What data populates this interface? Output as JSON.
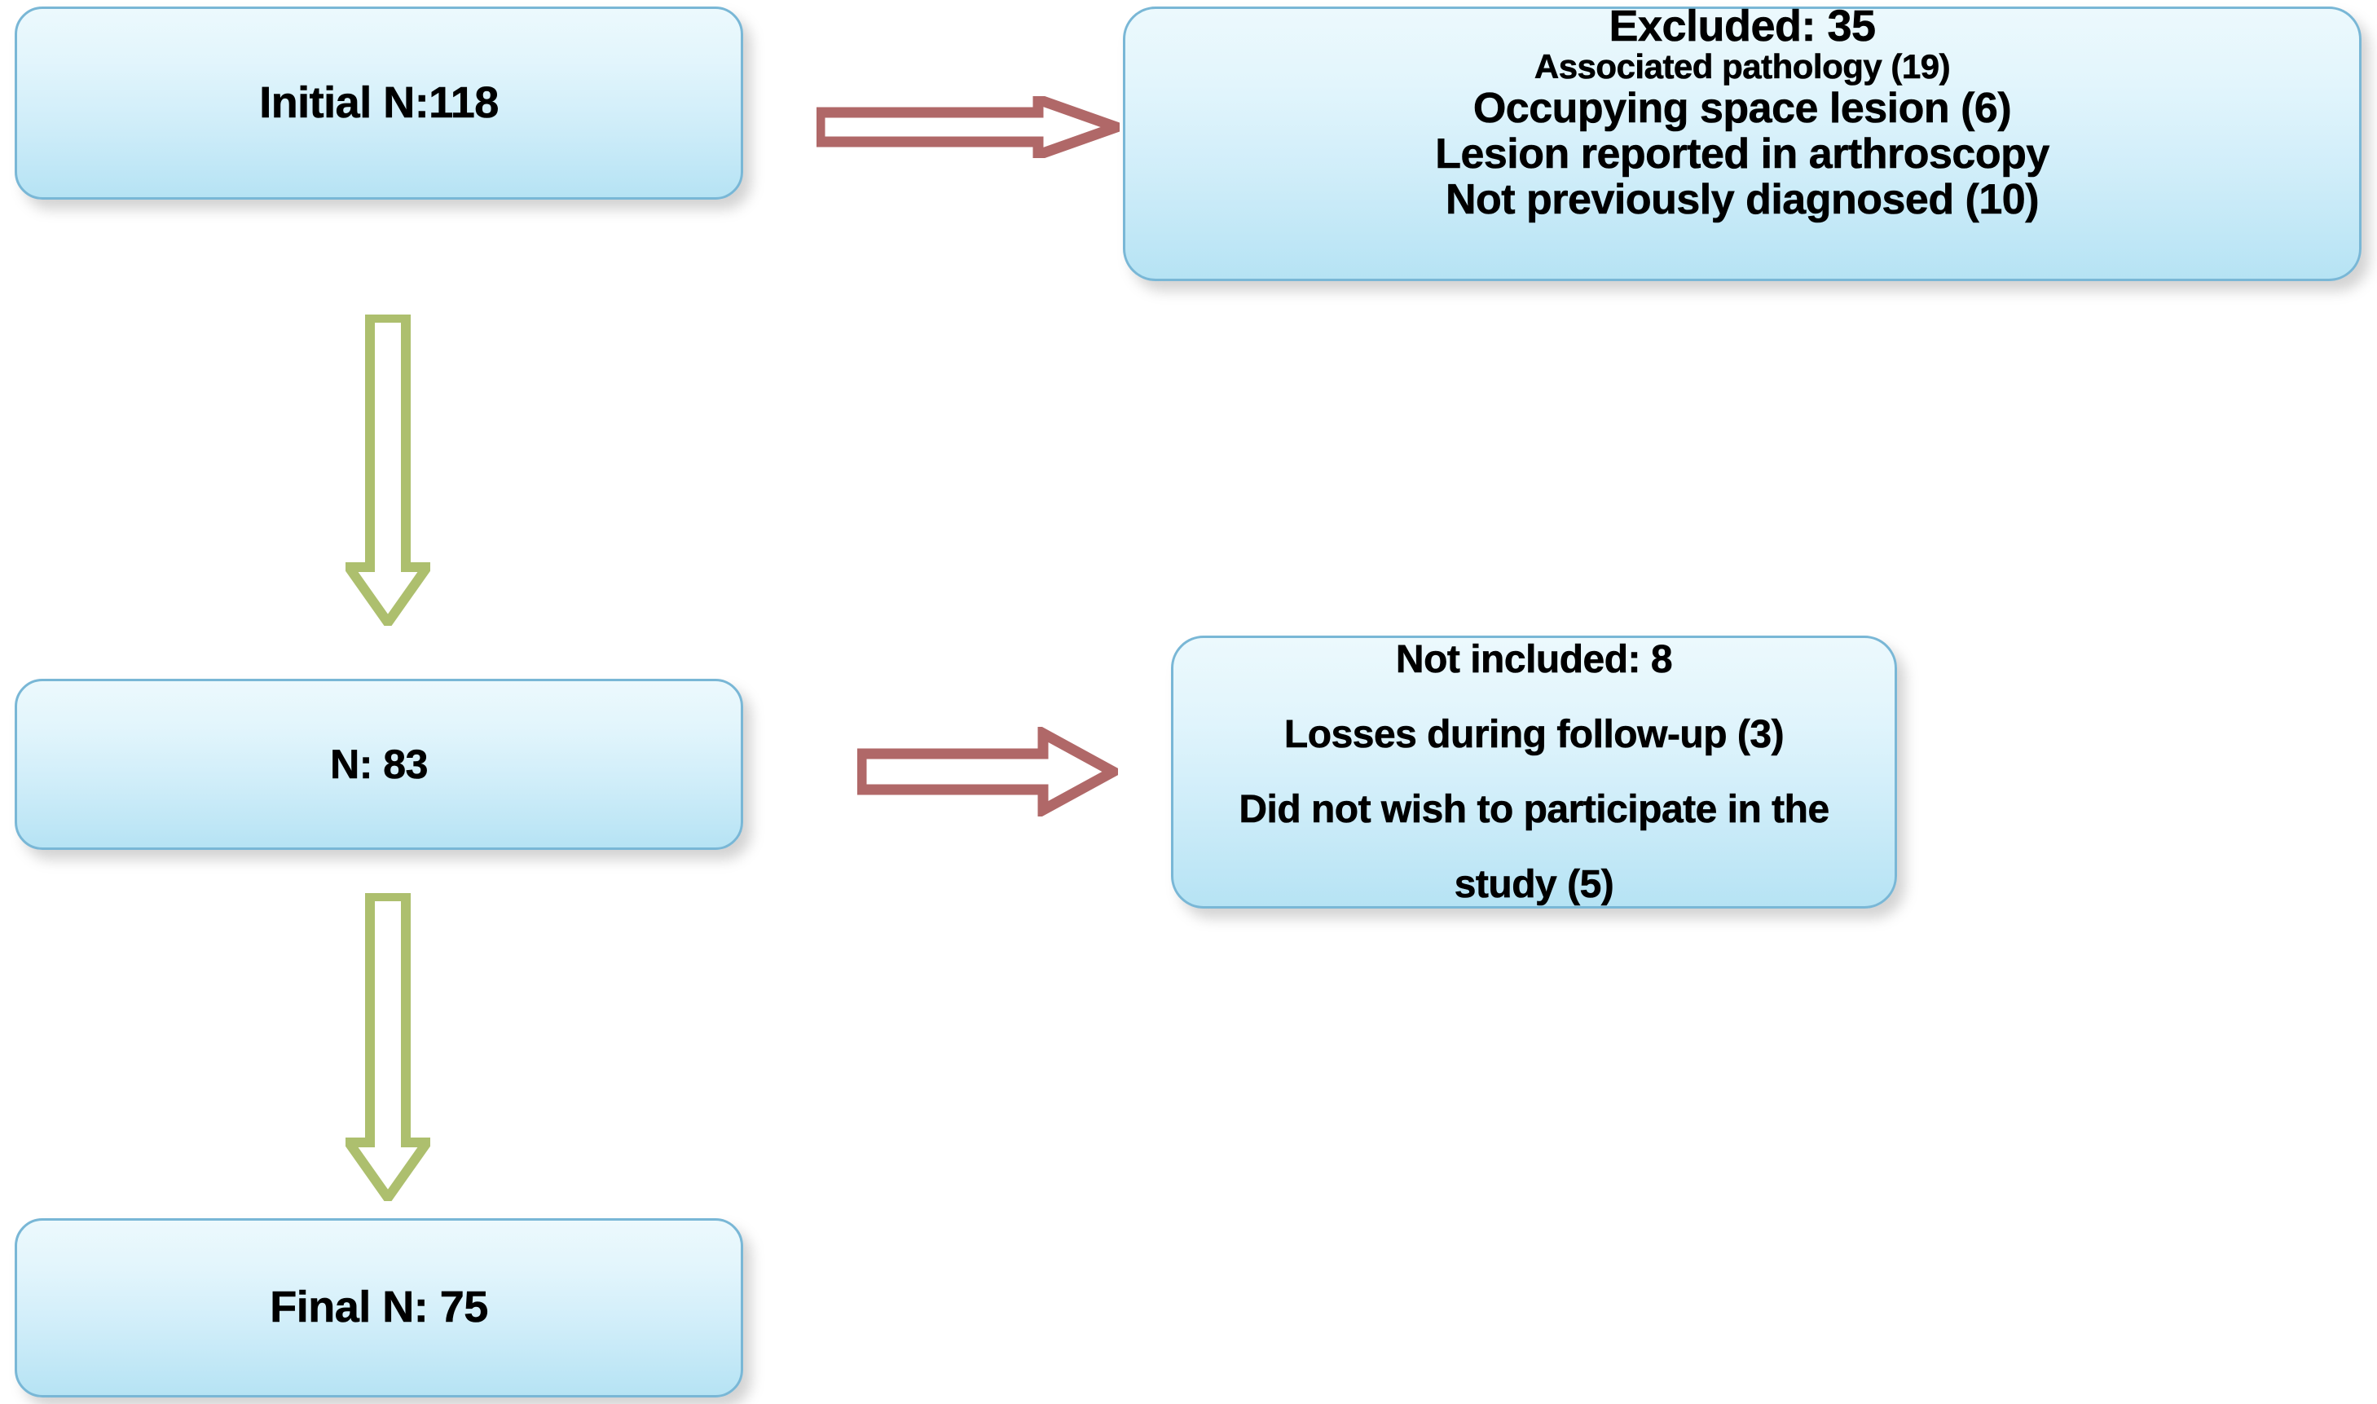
{
  "diagram": {
    "title": "Patient flow diagram",
    "colors": {
      "box_fill_top": "#ecf9fd",
      "box_fill_bottom": "#b6e3f4",
      "box_border": "#79b7d6",
      "arrow_exclusion": "#b06868",
      "arrow_flow": "#adbf6e",
      "text": "#000000",
      "background": "#ffffff"
    },
    "nodes": {
      "initial": {
        "lines": [
          "Initial N:118"
        ]
      },
      "excluded": {
        "lines": [
          "Excluded: 35",
          "Associated pathology (19)",
          "Occupying space lesion (6)",
          "Lesion reported in arthroscopy",
          "Not previously diagnosed (10)"
        ]
      },
      "n83": {
        "lines": [
          "N: 83"
        ]
      },
      "not_included": {
        "lines": [
          "Not included: 8",
          "Losses during follow-up  (3)",
          "Did not wish to participate in the",
          "study (5)"
        ]
      },
      "final": {
        "lines": [
          "Final N: 75"
        ]
      }
    },
    "arrows": [
      {
        "name": "initial-to-excluded",
        "direction": "right",
        "color": "#b06868",
        "style": "hollow-block-arrow"
      },
      {
        "name": "initial-to-n83",
        "direction": "down",
        "color": "#adbf6e",
        "style": "hollow-block-arrow"
      },
      {
        "name": "n83-to-not-included",
        "direction": "right",
        "color": "#b06868",
        "style": "hollow-block-arrow"
      },
      {
        "name": "n83-to-final",
        "direction": "down",
        "color": "#adbf6e",
        "style": "hollow-block-arrow"
      }
    ]
  }
}
